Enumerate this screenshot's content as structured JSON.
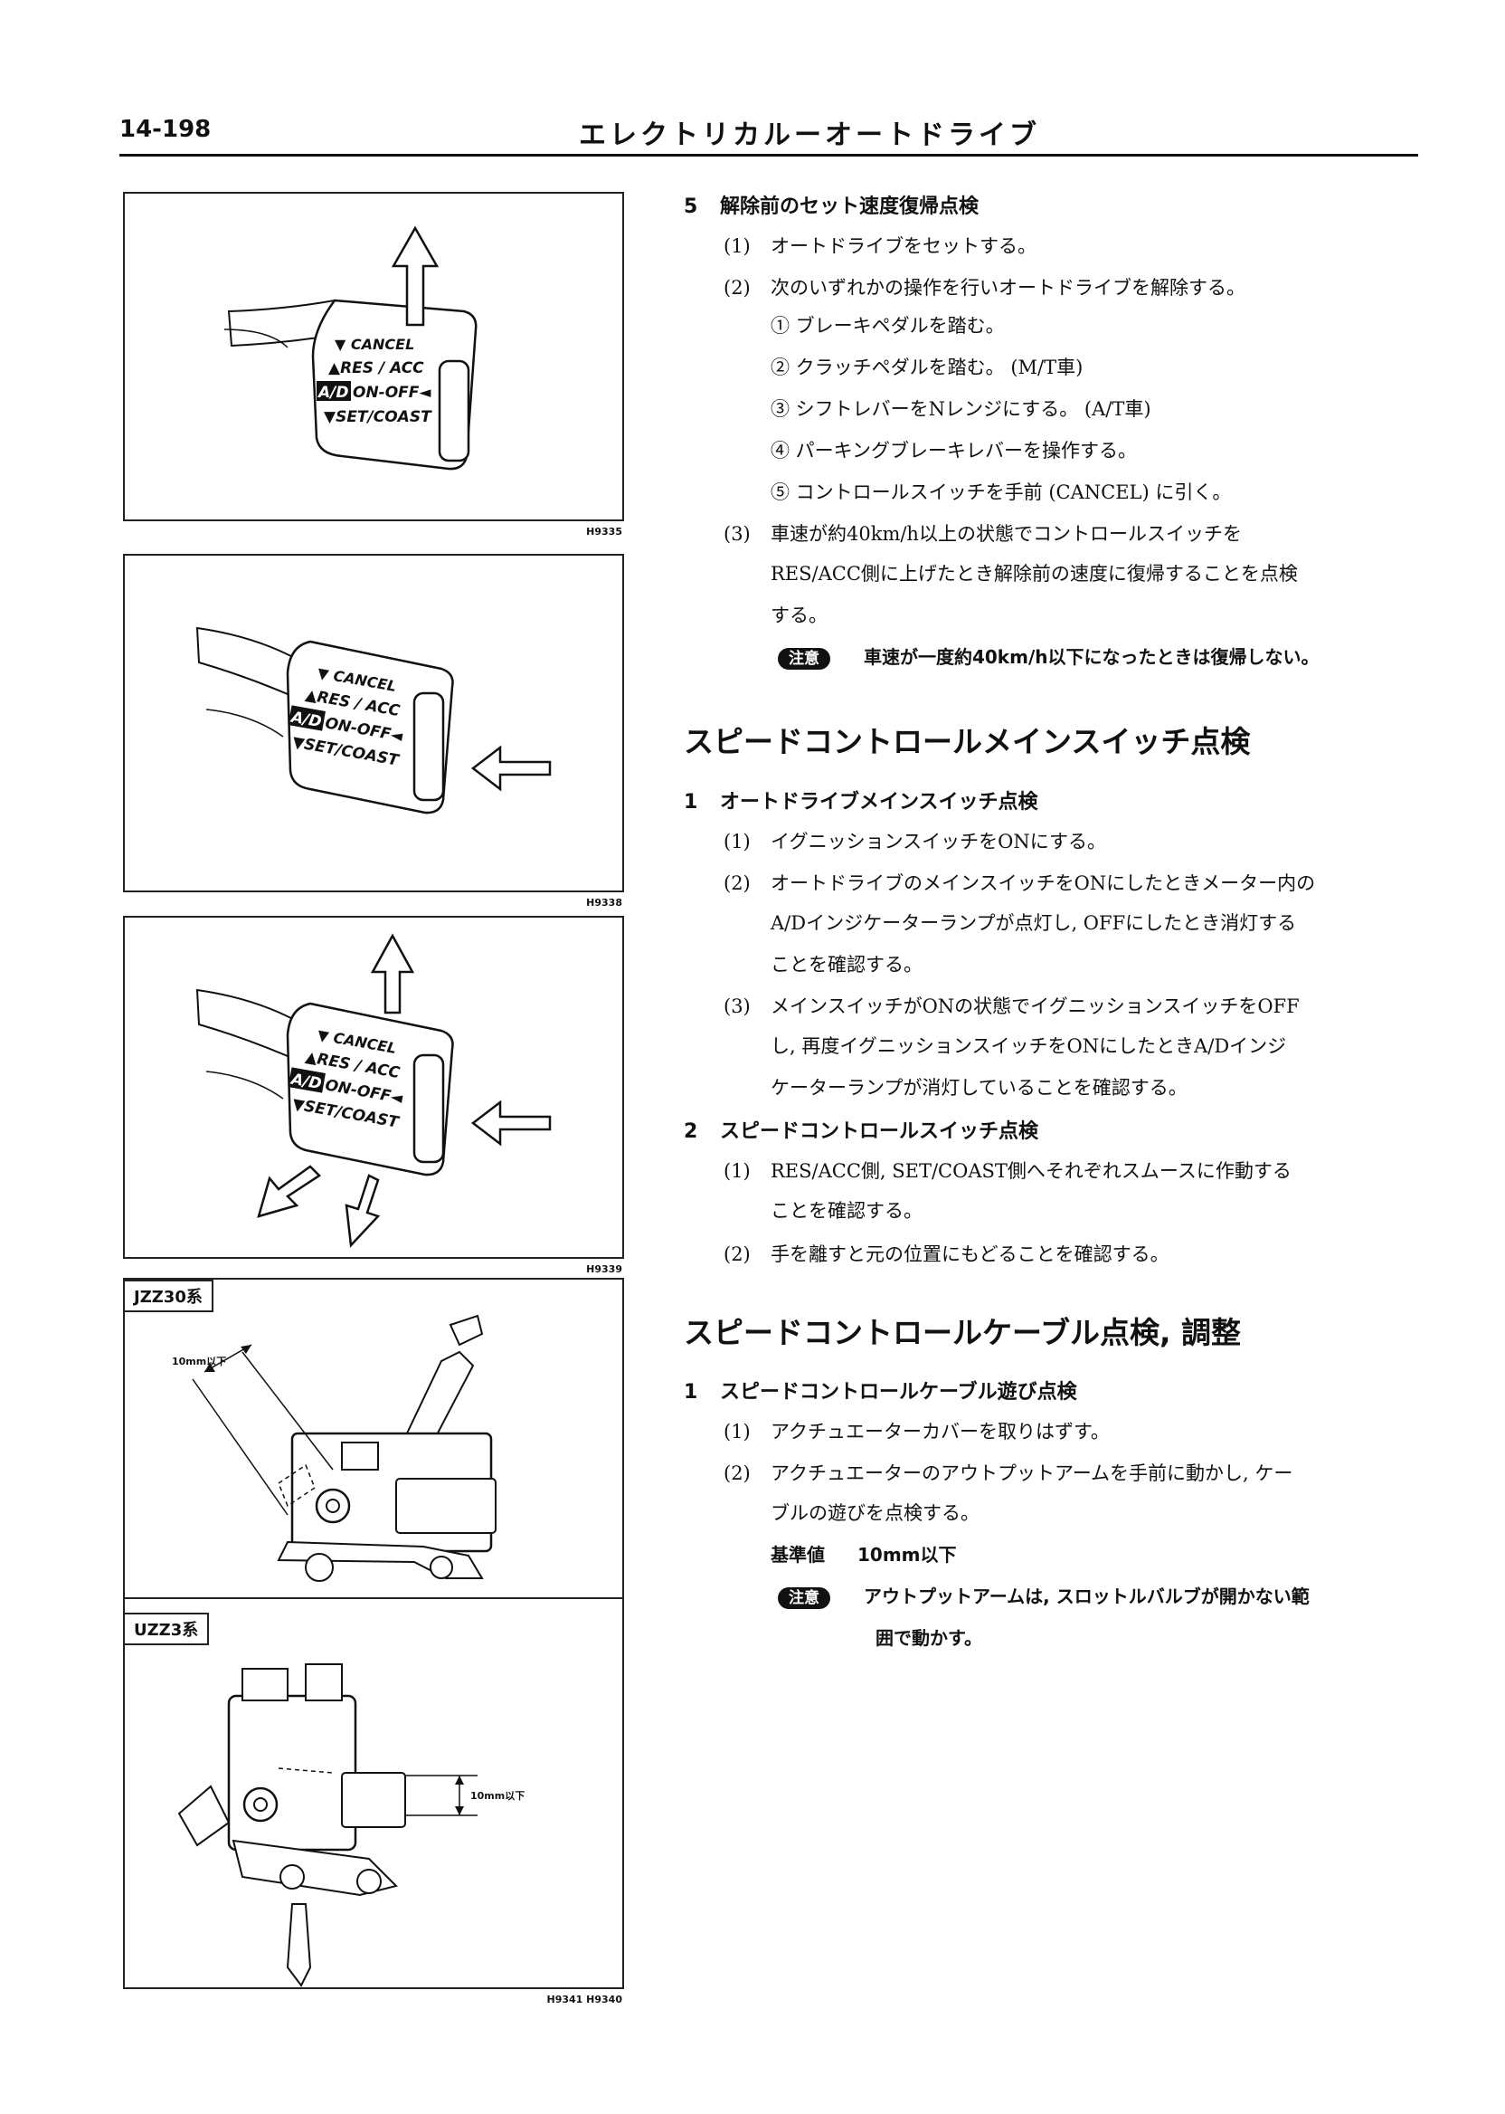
{
  "header": {
    "page_number": "14-198",
    "title": "エレクトリカルーオートドライブ"
  },
  "figures": {
    "fig1": {
      "code": "H9335"
    },
    "fig2": {
      "code": "H9338"
    },
    "fig3": {
      "code": "H9339"
    },
    "fig4": {
      "code": "H9341   H9340",
      "tag_top": "JZZ30系",
      "tag_bottom": "UZZ3系",
      "dim_top": "10mm以下",
      "dim_bottom": "10mm以下"
    },
    "switch_labels": {
      "cancel": "▼ CANCEL",
      "res": "▲RES / ACC",
      "ad": "A/D",
      "onoff": "ON-OFF◄",
      "set": "▼SET/COAST"
    }
  },
  "section5": {
    "number": "5",
    "title": "解除前のセット速度復帰点検",
    "items": [
      {
        "mark": "(1)",
        "text": "オートドライブをセットする。"
      },
      {
        "mark": "(2)",
        "text": "次のいずれかの操作を行いオートドライブを解除する。"
      }
    ],
    "subitems": [
      "① ブレーキペダルを踏む。",
      "② クラッチペダルを踏む。 (M/T車)",
      "③ シフトレバーをNレンジにする。 (A/T車)",
      "④ パーキングブレーキレバーを操作する。",
      "⑤ コントロールスイッチを手前 (CANCEL) に引く。"
    ],
    "item3": {
      "mark": "(3)",
      "lines": [
        "車速が約40km/h以上の状態でコントロールスイッチを",
        "RES/ACC側に上げたとき解除前の速度に復帰することを点検",
        "する。"
      ]
    },
    "caution_badge": "注意",
    "caution_text": "車速が一度約40km/h以下になったときは復帰しない。"
  },
  "section_main_switch": {
    "heading": "スピードコントロールメインスイッチ点検",
    "step1": {
      "number": "1",
      "title": "オートドライブメインスイッチ点検",
      "items": [
        {
          "mark": "(1)",
          "lines": [
            "イグニッションスイッチをONにする。"
          ]
        },
        {
          "mark": "(2)",
          "lines": [
            "オートドライブのメインスイッチをONにしたときメーター内の",
            "A/Dインジケーターランプが点灯し, OFFにしたとき消灯する",
            "ことを確認する。"
          ]
        },
        {
          "mark": "(3)",
          "lines": [
            "メインスイッチがONの状態でイグニッションスイッチをOFF",
            "し, 再度イグニッションスイッチをONにしたときA/Dインジ",
            "ケーターランプが消灯していることを確認する。"
          ]
        }
      ]
    },
    "step2": {
      "number": "2",
      "title": "スピードコントロールスイッチ点検",
      "items": [
        {
          "mark": "(1)",
          "lines": [
            "RES/ACC側, SET/COAST側へそれぞれスムースに作動する",
            "ことを確認する。"
          ]
        },
        {
          "mark": "(2)",
          "lines": [
            "手を離すと元の位置にもどることを確認する。"
          ]
        }
      ]
    }
  },
  "section_cable": {
    "heading": "スピードコントロールケーブル点検, 調整",
    "step1": {
      "number": "1",
      "title": "スピードコントロールケーブル遊び点検",
      "items": [
        {
          "mark": "(1)",
          "lines": [
            "アクチュエーターカバーを取りはずす。"
          ]
        },
        {
          "mark": "(2)",
          "lines": [
            "アクチュエーターのアウトプットアームを手前に動かし, ケー",
            "ブルの遊びを点検する。"
          ]
        }
      ],
      "standard_label": "基準値",
      "standard_value": "10mm以下",
      "caution_badge": "注意",
      "caution_lines": [
        "アウトプットアームは, スロットルバルブが開かない範",
        "囲で動かす。"
      ]
    }
  }
}
